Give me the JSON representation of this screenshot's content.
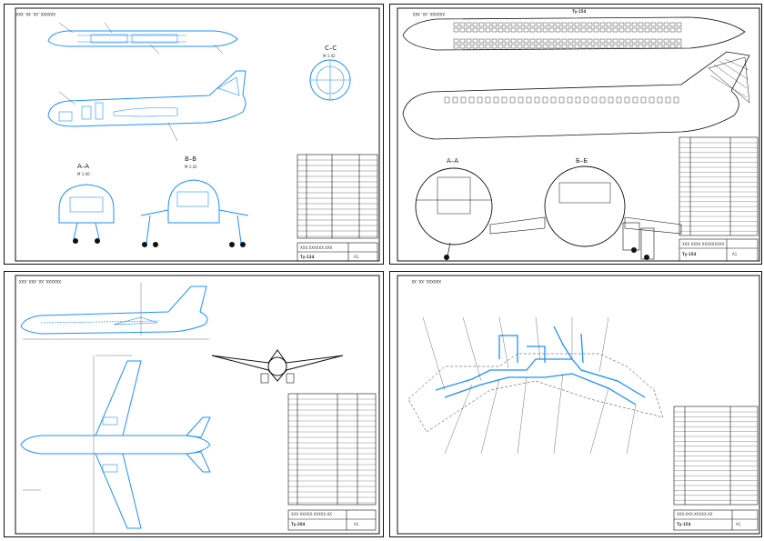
{
  "sheets": [
    {
      "id": "general-view",
      "frame_tag": "ХХХХХХ.ХХ.ХХ.ХХХ",
      "sections": [
        "C–C",
        "M 1:42",
        "A–A",
        "M 1:40",
        "B–B",
        "M 1:42"
      ],
      "title_block": {
        "code": "ХХХ.ХХХХХХ.ХХХ",
        "title": "Ту-134",
        "format": "А1"
      }
    },
    {
      "id": "layout-view",
      "frame_tag": "ХХХХХХ.ХХ.ХХХ",
      "top_label": "Ту-154",
      "sections": [
        "A–A",
        "Б–Б"
      ],
      "title_block": {
        "code": "ХХХ ХХХХ ХХХХХХХХХ",
        "title": "Ту-154",
        "format": "А1"
      }
    },
    {
      "id": "three-view",
      "frame_tag": "ХХХХХХ.ХХ.ХХХ.ХХХ",
      "title_block": {
        "code": "ХХХ ХХХХХ.ХХХХХ.ХХ",
        "title": "Ту-204",
        "format": "А1"
      }
    },
    {
      "id": "hydraulic-scheme",
      "frame_tag": "ХХХХХХ.ХХ.ХХ",
      "title_block": {
        "code": "ХХХ.ХХХ.ХХХХХ.ХХ",
        "title": "Ту-154",
        "format": "А1"
      }
    }
  ],
  "colors": {
    "ink": "#1a1a1a",
    "accent": "#1e90ff",
    "paper": "#ffffff"
  }
}
